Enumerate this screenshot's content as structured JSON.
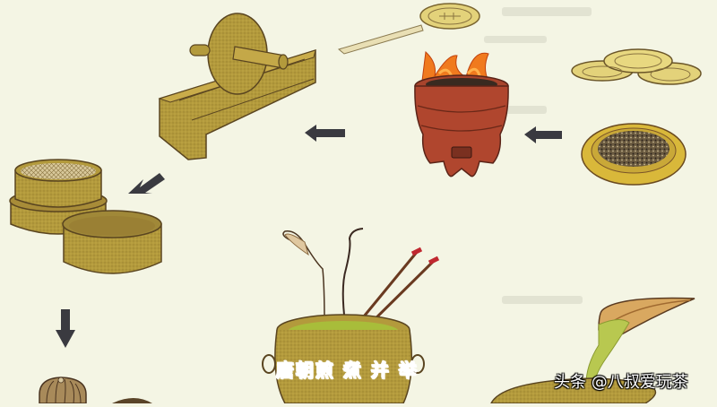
{
  "illustration": {
    "subject": "Tang dynasty tea preparation process",
    "steps": [
      {
        "name": "tea-cakes",
        "label": ""
      },
      {
        "name": "roasting-tea-cake-on-brazier",
        "label": ""
      },
      {
        "name": "grinding-roller",
        "label": ""
      },
      {
        "name": "sieve-boxes",
        "label": ""
      },
      {
        "name": "boiling-cauldron",
        "label": ""
      },
      {
        "name": "pouring-ladle",
        "label": ""
      }
    ],
    "arrow_color": "#3a3a40"
  },
  "caption": {
    "text": "唐朝煎 煮 并 举"
  },
  "watermark": {
    "text": "头条 @八叔爱玩茶"
  },
  "colors": {
    "background": "#f4f5e4",
    "bronze": "#b39a3c",
    "clay": "#b0462e",
    "flame": "#f07a1e",
    "tea_green": "#a8bd3a"
  }
}
